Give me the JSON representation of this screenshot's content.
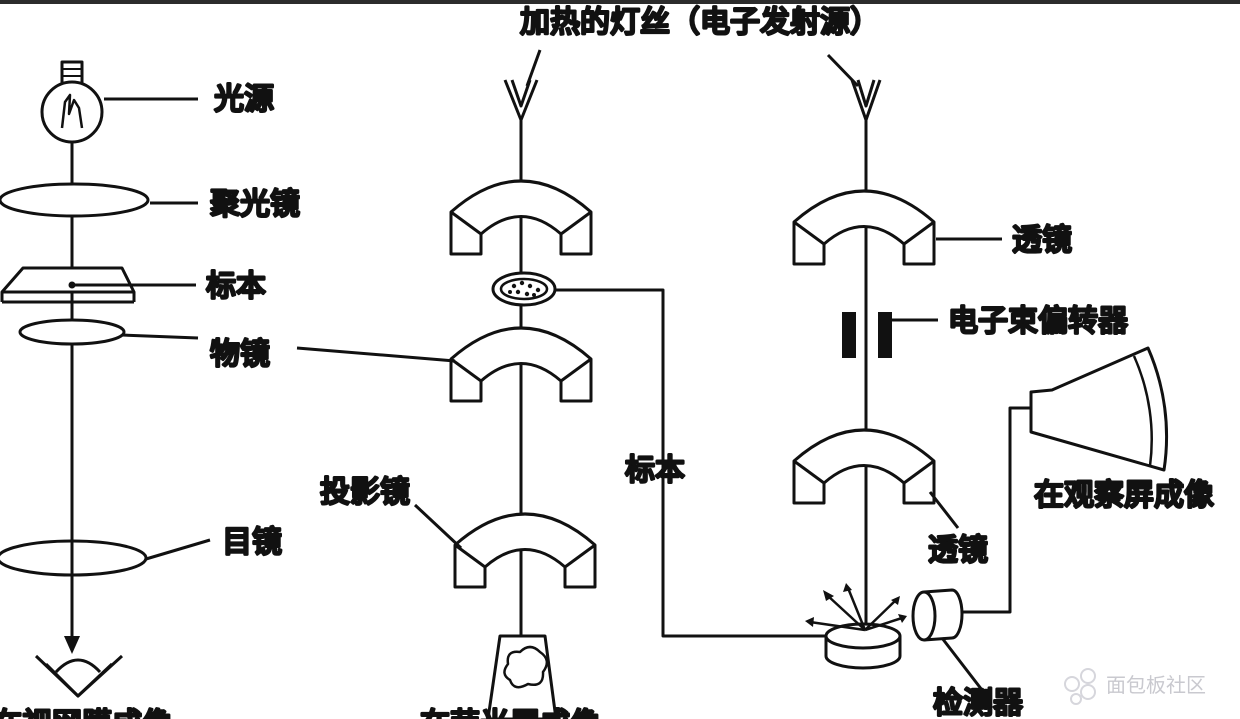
{
  "labels": {
    "heated_filament": "加热的灯丝（电子发射源）",
    "light_source": "光源",
    "condenser_lens": "聚光镜",
    "specimen_left": "标本",
    "objective_lens": "物镜",
    "eyepiece": "目镜",
    "eye_image_partial": "在视网膜成像",
    "projector_lens": "投影镜",
    "specimen_middle": "标本",
    "screen_image_partial": "在荧光屏成像",
    "lens_top_right": "透镜",
    "beam_deflector": "电子束偏转器",
    "lens_bottom_right": "透镜",
    "observation_screen_image": "在观察屏成像",
    "detector": "检测器"
  },
  "watermark": {
    "text": "面包板社区"
  },
  "colors": {
    "ink": "#111111",
    "paper": "#ffffff",
    "watermark": "#c9c9cf"
  }
}
